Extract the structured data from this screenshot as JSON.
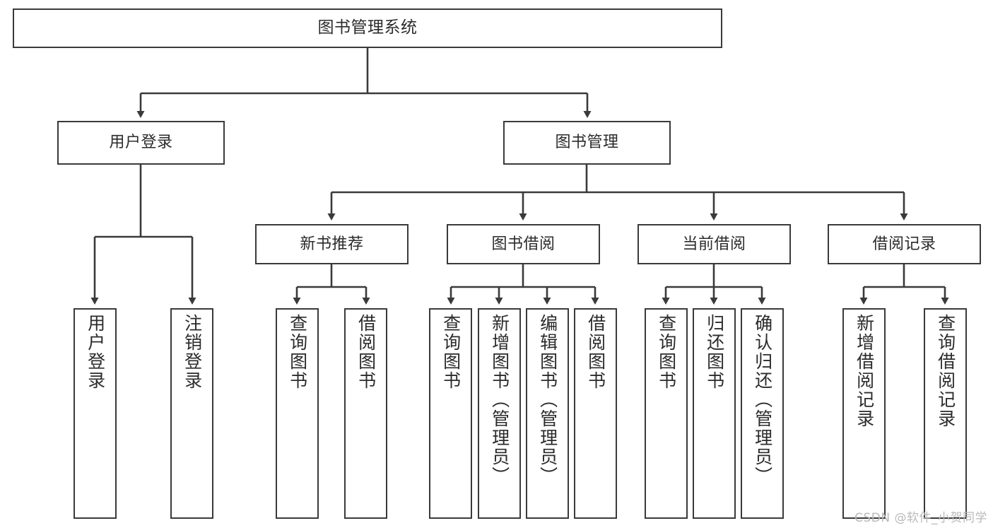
{
  "diagram": {
    "title": "图书管理系统",
    "type": "tree",
    "orientation": "top-down",
    "theme": {
      "box_border": "#3a3a3a",
      "box_fill": "#ffffff",
      "edge_color": "#3a3a3a",
      "text_color": "#2b2b2b",
      "background": "#ffffff",
      "watermark_color": "#b9b9b9"
    },
    "watermark": "CSDN @软件_小贺同学",
    "nodes": {
      "root": {
        "label": "图书管理系统"
      },
      "level2": [
        {
          "id": "user-login",
          "label": "用户登录"
        },
        {
          "id": "book-manage",
          "label": "图书管理"
        }
      ],
      "level3": [
        {
          "id": "new-book-recommend",
          "label": "新书推荐"
        },
        {
          "id": "book-borrow",
          "label": "图书借阅"
        },
        {
          "id": "current-borrow",
          "label": "当前借阅"
        },
        {
          "id": "borrow-record",
          "label": "借阅记录"
        }
      ],
      "leaves": {
        "user-login": [
          {
            "id": "leaf-user-login",
            "label": "用户登录"
          },
          {
            "id": "leaf-user-logout",
            "label": "注销登录"
          }
        ],
        "new-book-recommend": [
          {
            "id": "leaf-query-book-1",
            "label": "查询图书"
          },
          {
            "id": "leaf-borrow-book-1",
            "label": "借阅图书"
          }
        ],
        "book-borrow": [
          {
            "id": "leaf-query-book-2",
            "label": "查询图书"
          },
          {
            "id": "leaf-add-book",
            "label": "新增图书（管理员）"
          },
          {
            "id": "leaf-edit-book",
            "label": "编辑图书（管理员）"
          },
          {
            "id": "leaf-borrow-book-2",
            "label": "借阅图书"
          }
        ],
        "current-borrow": [
          {
            "id": "leaf-query-book-3",
            "label": "查询图书"
          },
          {
            "id": "leaf-return-book",
            "label": "归还图书"
          },
          {
            "id": "leaf-confirm-return",
            "label": "确认归还（管理员）"
          }
        ],
        "borrow-record": [
          {
            "id": "leaf-add-record",
            "label": "新增借阅记录"
          },
          {
            "id": "leaf-query-record",
            "label": "查询借阅记录"
          }
        ]
      }
    }
  }
}
